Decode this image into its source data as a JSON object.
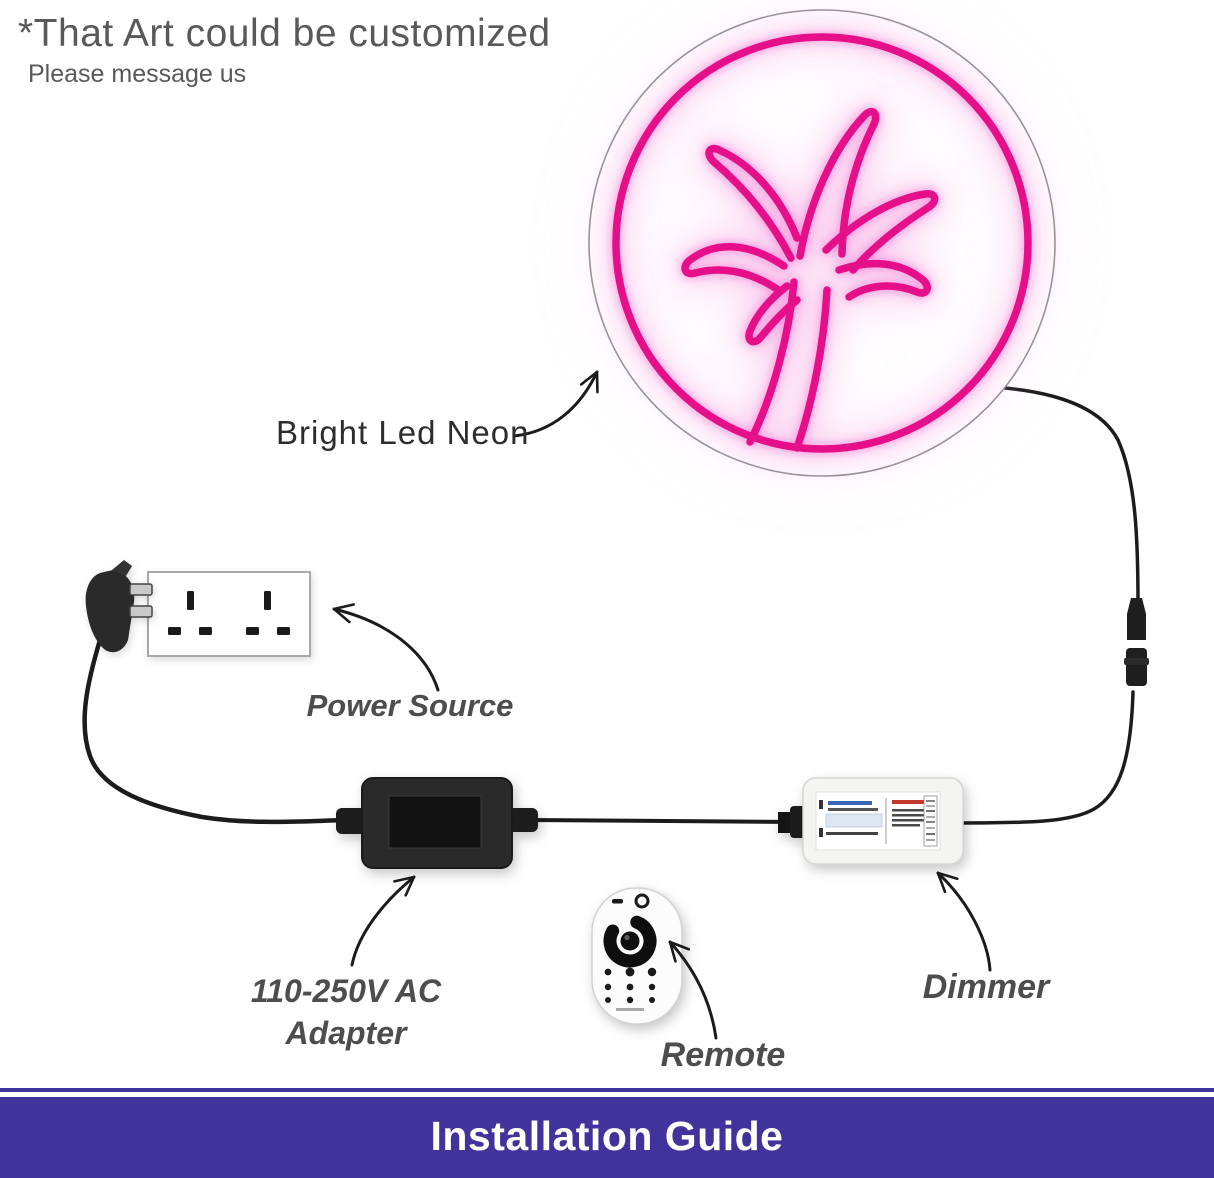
{
  "header": {
    "title": "*That Art could be customized",
    "subtitle": "Please message us"
  },
  "diagram": {
    "labels": {
      "neon_sign": "Bright Led Neon",
      "power_source": "Power Source",
      "adapter_line1": "110-250V AC",
      "adapter_line2": "Adapter",
      "remote": "Remote",
      "dimmer": "Dimmer"
    },
    "components": {
      "neon_sign": "pink-neon-palm-tree-in-circle",
      "power_source": "uk-double-wall-socket-with-black-plug",
      "adapter": "black-ac-adapter-box",
      "dimmer": "white-dimmer-controller-box",
      "remote": "white-wireless-dimmer-remote",
      "connector": "inline-dc-cable-connector"
    },
    "colors": {
      "neon_pink": "#e60f8a",
      "neon_glow": "#f9a8e2",
      "wire_black": "#1c1c1c",
      "label_text": "#4d4d4d",
      "heading_text": "#58595b"
    }
  },
  "banner": {
    "text": "Installation Guide",
    "background": "#40339b",
    "text_color": "#ffffff"
  }
}
